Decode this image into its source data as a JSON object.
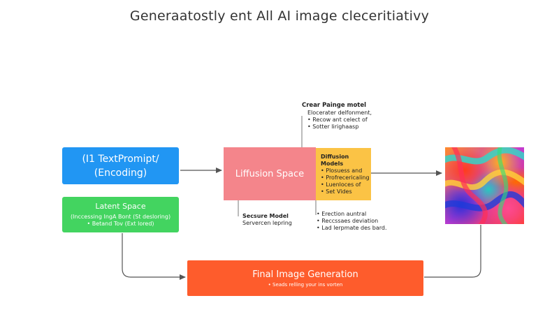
{
  "title": "Generaatostly ent All AI image cleceritiativy",
  "nodes": {
    "text_prompt": {
      "line1": "(I1 TextPromipt/",
      "line2": "(Encoding)"
    },
    "latent_space": {
      "title": "Latent Space",
      "lines": [
        "(Inccessing IngA Bont (St desloring)",
        "• Betand Tov (Ext lored)"
      ]
    },
    "diffusion_space": {
      "label": "Liffusion Space"
    },
    "diffusion_models": {
      "heading_line1": "Diffusion",
      "heading_line2": "Models",
      "items": [
        "• Plosuess and",
        "• Profrecericaling",
        "• Luenloces of",
        "• Set Vides"
      ]
    },
    "final_generation": {
      "title": "Final Image Generation",
      "subtitle": "• Seads relling your ins vorten"
    }
  },
  "notes": {
    "top": {
      "heading": "Crear Painge motel",
      "lines": [
        "Elocerater delfonment,",
        "• Recow ant celect of",
        "• Sotter lirighaasp"
      ]
    },
    "secure": {
      "heading": "Secsure Model",
      "line": "Servercen lepring"
    },
    "bottom": {
      "lines": [
        "• Erection auntral",
        "• Reccssaes deviation",
        "• Lad lerpmate des bard."
      ]
    }
  },
  "colors": {
    "text_prompt": "#2196f3",
    "latent_space": "#43d460",
    "diffusion_space": "#f4858b",
    "diffusion_models": "#fbc345",
    "final_generation": "#fe5c2c",
    "arrows": "#555555"
  }
}
